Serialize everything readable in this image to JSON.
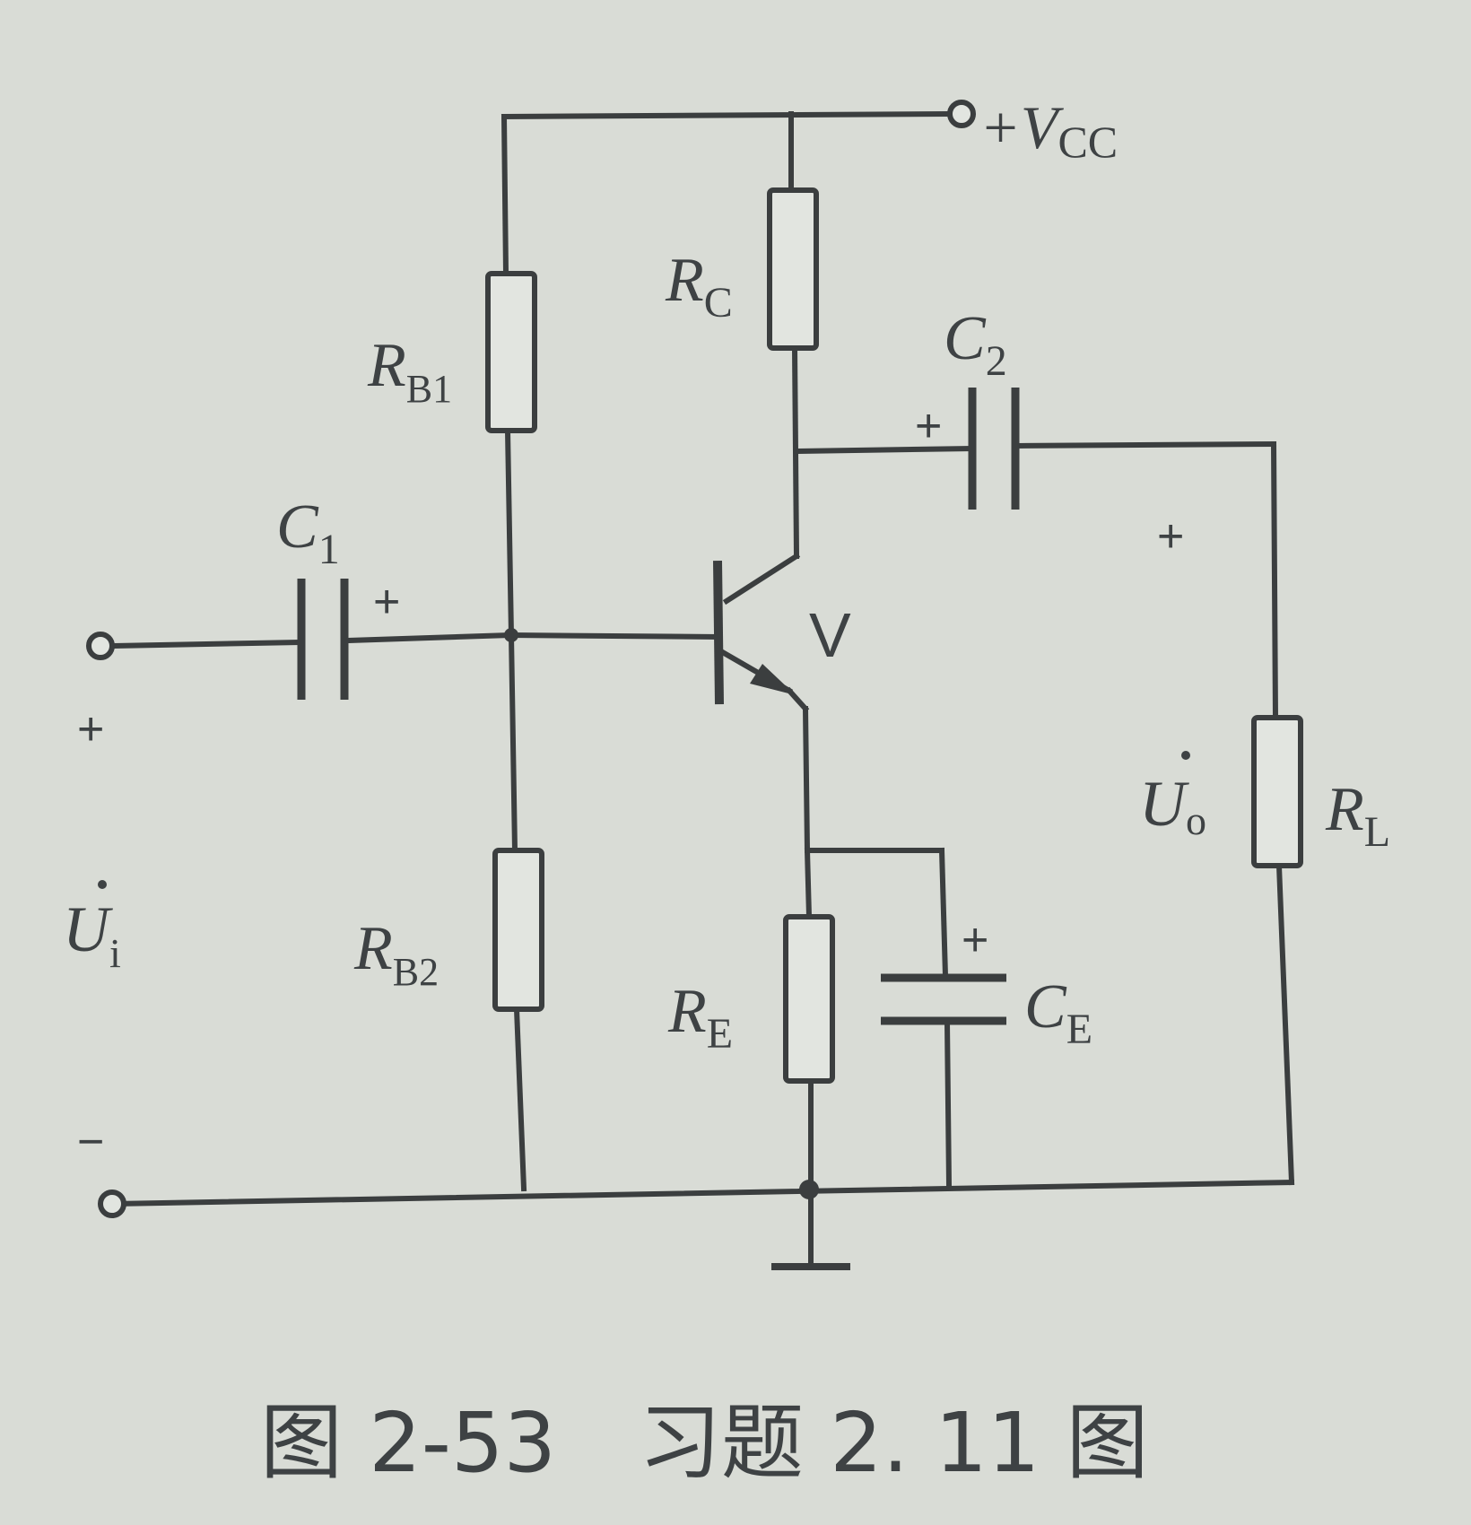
{
  "labels": {
    "vcc": "+V",
    "vcc_sub": "CC",
    "rb1": "R",
    "rb1_sub": "B1",
    "rb2": "R",
    "rb2_sub": "B2",
    "rc": "R",
    "rc_sub": "C",
    "re": "R",
    "re_sub": "E",
    "rl": "R",
    "rl_sub": "L",
    "c1": "C",
    "c1_sub": "1",
    "c2": "C",
    "c2_sub": "2",
    "ce": "C",
    "ce_sub": "E",
    "transistor": "V",
    "ui": "U",
    "ui_sub": "i",
    "uo": "U",
    "uo_sub": "o",
    "plus": "+",
    "minus": "−"
  },
  "caption": "图 2-53　习题 2. 11 图",
  "colors": {
    "ink": "#3b3e3f",
    "paper": "#d9dcd6"
  }
}
